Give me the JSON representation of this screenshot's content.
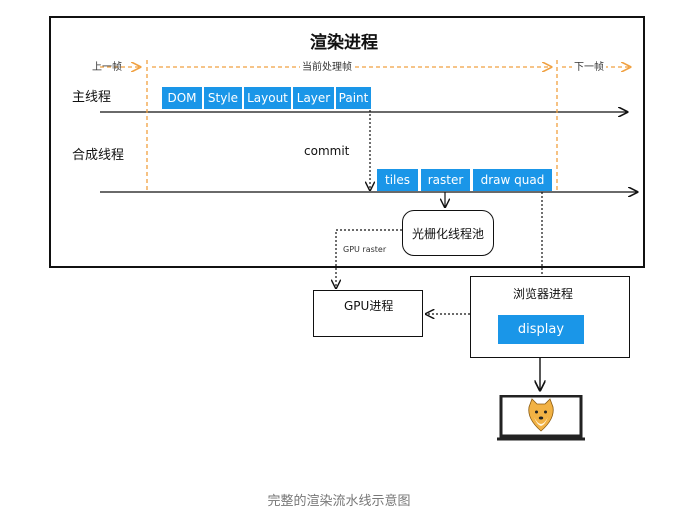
{
  "title": "渲染进程",
  "frames": {
    "prev": "上一帧",
    "current": "当前处理帧",
    "next": "下一帧"
  },
  "main_thread": {
    "label": "主线程",
    "steps": [
      "DOM",
      "Style",
      "Layout",
      "Layer",
      "Paint"
    ]
  },
  "compositor_thread": {
    "label": "合成线程",
    "steps": [
      "tiles",
      "raster",
      "draw quad"
    ]
  },
  "commit_label": "commit",
  "raster_pool": "光栅化线程池",
  "gpu_raster_label": "GPU raster",
  "gpu_process": "GPU进程",
  "browser_process": {
    "title": "浏览器进程",
    "display": "display"
  },
  "caption": "完整的渲染流水线示意图",
  "colors": {
    "accent": "#1a96e8",
    "frame_marker": "#f0a040"
  },
  "icons": {
    "monitor": "monitor-with-doge-icon"
  }
}
